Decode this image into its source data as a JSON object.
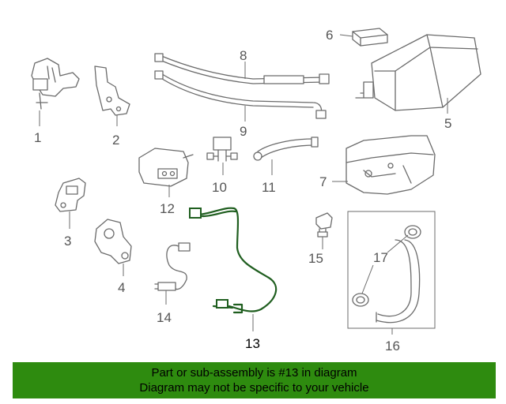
{
  "diagram": {
    "callouts": [
      "1",
      "2",
      "3",
      "4",
      "5",
      "6",
      "7",
      "8",
      "9",
      "10",
      "11",
      "12",
      "13",
      "14",
      "15",
      "16",
      "17"
    ],
    "highlighted": "13",
    "colors": {
      "highlight": "#1f5e1f",
      "line": "#6b6b6b",
      "banner": "#2e8b0f"
    }
  },
  "banner": {
    "line1": "Part or sub-assembly is #13 in diagram",
    "line2": "Diagram may not be specific to your vehicle"
  }
}
